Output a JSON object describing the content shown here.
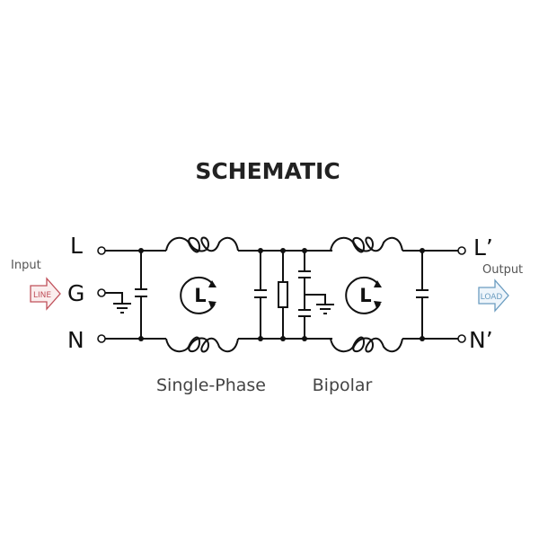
{
  "title": "SCHEMATIC",
  "terminals": {
    "input": {
      "line": "L",
      "ground": "G",
      "neutral": "N"
    },
    "output": {
      "line": "L’",
      "neutral": "N’"
    }
  },
  "input_label": "Input",
  "output_label": "Output",
  "input_arrow": {
    "text": "LINE",
    "color": "#c0505a"
  },
  "output_arrow": {
    "text": "LOAD",
    "color": "#6a9cc0"
  },
  "inductor_symbol": "L",
  "sections": {
    "first": "Single-Phase",
    "second": "Bipolar"
  }
}
